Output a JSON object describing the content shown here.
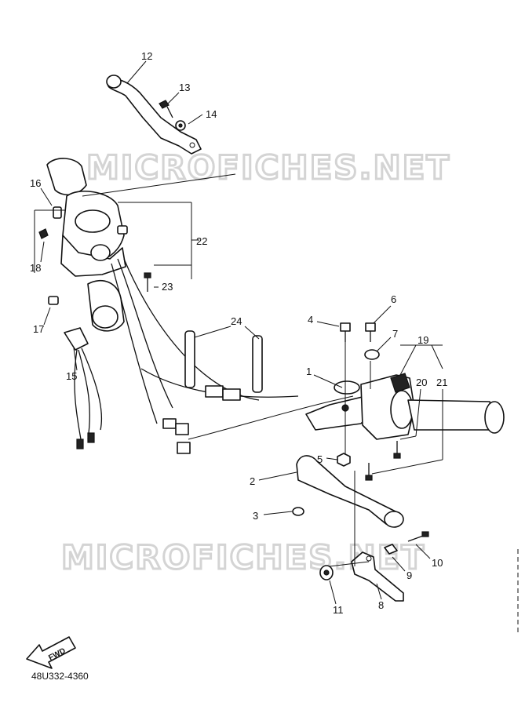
{
  "watermark": "MICROFICHES.NET",
  "part_code": "48U332-4360",
  "fwd_label": "FWD",
  "callouts": [
    "1",
    "2",
    "3",
    "4",
    "5",
    "6",
    "7",
    "8",
    "9",
    "10",
    "11",
    "12",
    "13",
    "14",
    "15",
    "16",
    "17",
    "18",
    "19",
    "20",
    "21",
    "22",
    "23",
    "24"
  ]
}
